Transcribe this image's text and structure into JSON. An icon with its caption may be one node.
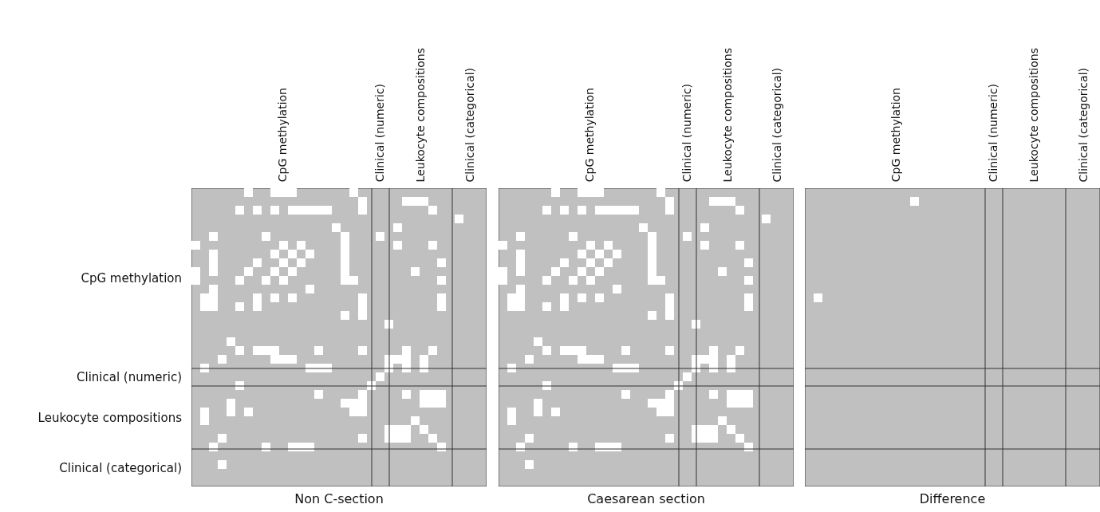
{
  "diagram": {
    "nodes": [
      {
        "text": [
          "Non C-section"
        ]
      },
      {
        "text": [
          "Caesarean section"
        ]
      },
      {
        "text": [
          "Difference"
        ]
      }
    ],
    "labels": [
      "CpG methylation",
      "Clinical (numeric)",
      "Leukocyte compositions",
      "Clinical (categorical)",
      "CpG methylation",
      "Clinical (numeric)",
      "Leukocyte compositions",
      "Clinical (categorical)",
      "CpG methylation",
      "Clinical (numeric)",
      "Leukocyte compositions",
      "Clinical (categorical)",
      "CpG methylation",
      "Clinical (numeric)",
      "Leukocyte compositions",
      "Clinical (categorical)"
    ]
  }
}
